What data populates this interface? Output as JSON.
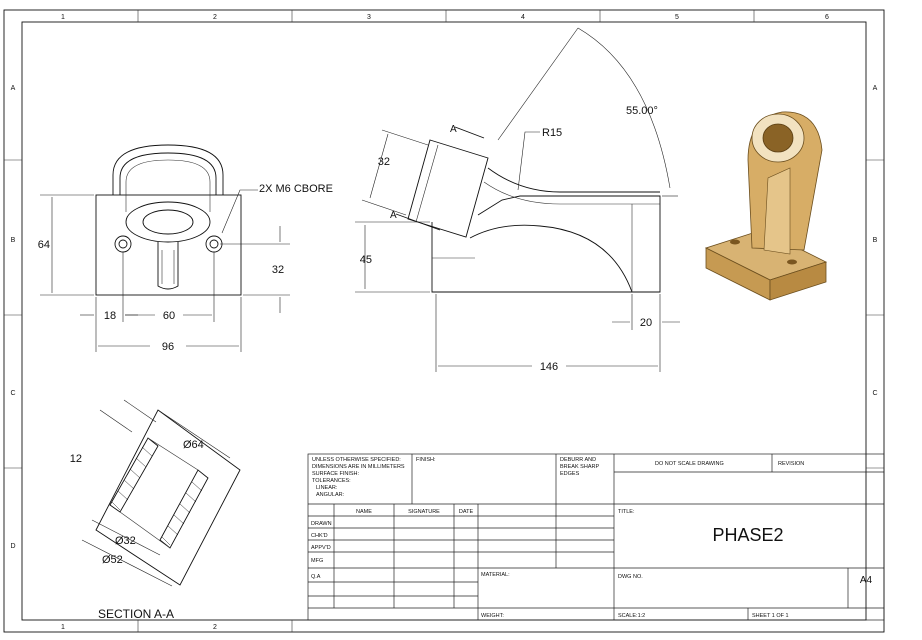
{
  "border": {
    "columns": [
      "1",
      "2",
      "3",
      "4",
      "5",
      "6"
    ],
    "rows": [
      "A",
      "B",
      "C",
      "D"
    ]
  },
  "front_view": {
    "callout": "2X M6 CBORE",
    "dims": [
      "64",
      "32",
      "18",
      "60",
      "96"
    ]
  },
  "side_view": {
    "dims": [
      "32",
      "45",
      "R15",
      "55.00°",
      "20",
      "146"
    ],
    "section_marks": [
      "A",
      "A"
    ]
  },
  "section_view": {
    "title": "SECTION A-A",
    "dims": [
      "12",
      "Ø64",
      "Ø32",
      "Ø52"
    ]
  },
  "title_block": {
    "spec_lines": [
      "UNLESS OTHERWISE SPECIFIED:",
      "DIMENSIONS ARE IN MILLIMETERS",
      "SURFACE FINISH:",
      "TOLERANCES:",
      "LINEAR:",
      "ANGULAR:"
    ],
    "finish": "FINISH:",
    "deburr": [
      "DEBURR AND",
      "BREAK SHARP",
      "EDGES"
    ],
    "do_not_scale": "DO NOT SCALE DRAWING",
    "revision": "REVISION",
    "headers": [
      "NAME",
      "SIGNATURE",
      "DATE"
    ],
    "row_labels": [
      "DRAWN",
      "CHK'D",
      "APPV'D",
      "MFG",
      "Q.A"
    ],
    "title_label": "TITLE:",
    "title": "PHASE2",
    "material": "MATERIAL:",
    "dwg_no": "DWG NO.",
    "size": "A4",
    "weight": "WEIGHT:",
    "scale": "SCALE:1:2",
    "sheet": "SHEET 1 OF 1"
  }
}
